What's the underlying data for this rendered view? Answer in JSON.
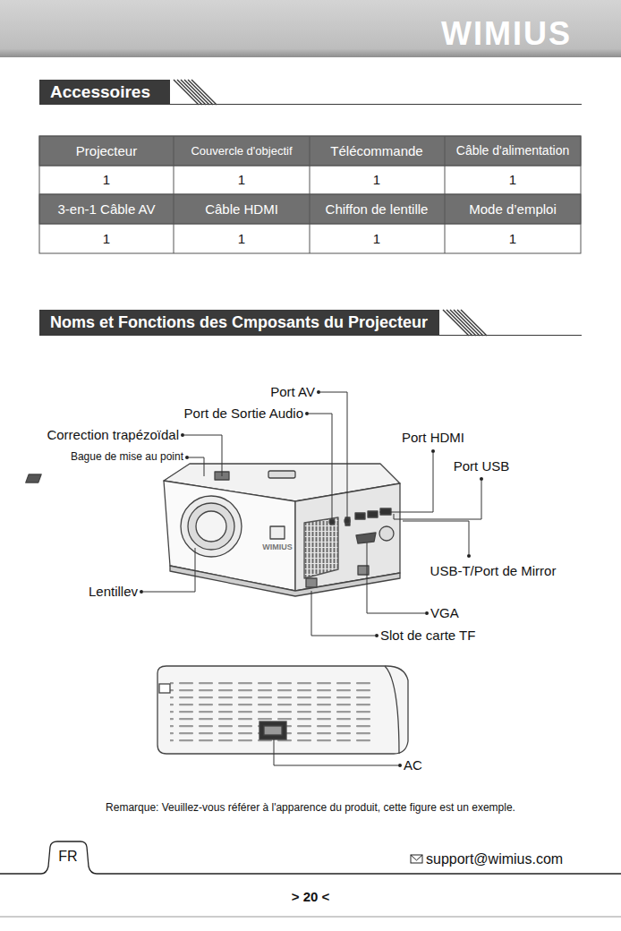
{
  "diagram": {
    "nodes": [
      {
        "text": [
          "Accessoires"
        ]
      },
      {
        "text": [
          "Noms et Fonctions des Cmposants du Projecteur"
        ]
      }
    ],
    "labels": [
      "WIMIUS",
      "Projecteur",
      "Couvercle d'objectif",
      "Télécommande",
      "Câble d'alimentation",
      "1",
      "1",
      "1",
      "1",
      "3-en-1 Câble AV",
      "Câble HDMI",
      "Chiffon de lentille",
      "Mode d’emploi",
      "1",
      "1",
      "1",
      "1",
      "Port AV",
      "Port de Sortie Audio",
      "Correction trapézoïdal",
      "Bague de mise au point",
      "Lentillev",
      "Port HDMI",
      "Port USB",
      "USB-T/Port de Mirror",
      "VGA",
      "Slot de carte TF",
      "AC",
      "WIMIUS",
      "Remarque: Veuillez-vous référer à l'apparence du produit, cette figure est un exemple.",
      "FR",
      "support@wimius.com",
      "> 20 <"
    ]
  }
}
